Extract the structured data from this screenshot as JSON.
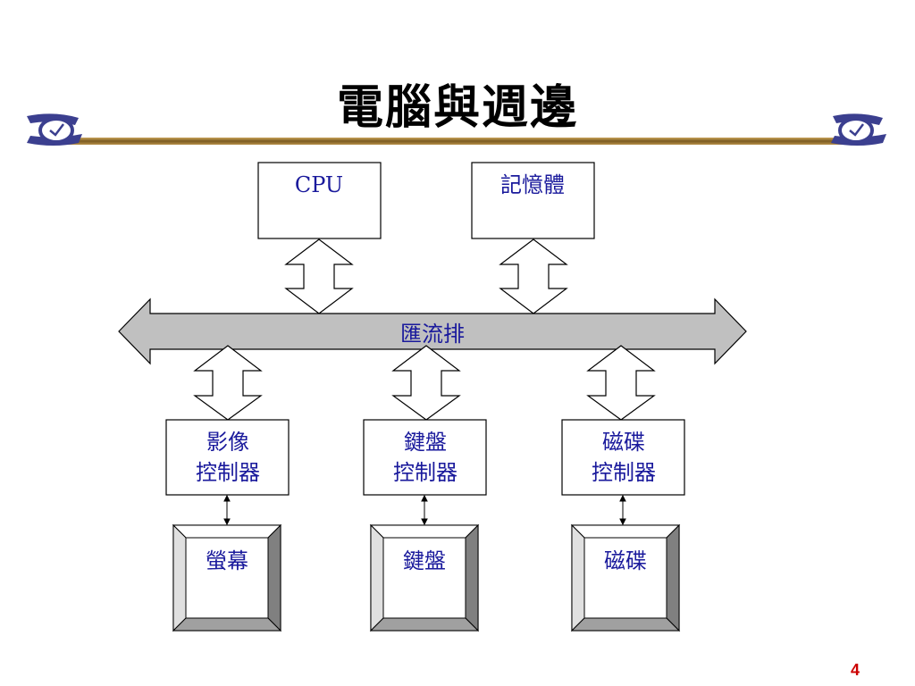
{
  "slide": {
    "title": "電腦與週邊",
    "page_number": "4"
  },
  "diagram": {
    "cpu": "CPU",
    "memory": "記憶體",
    "bus": "匯流排",
    "controllers": [
      {
        "line1": "影像",
        "line2": "控制器"
      },
      {
        "line1": "鍵盤",
        "line2": "控制器"
      },
      {
        "line1": "磁碟",
        "line2": "控制器"
      }
    ],
    "devices": [
      "螢幕",
      "鍵盤",
      "磁碟"
    ]
  },
  "colors": {
    "label_text": "#1a1a9c",
    "bus_fill": "#c0c0c0",
    "rule_gold": "#8a6a2a",
    "logo_purple": "#3b3f8f",
    "page_number": "#cc0000"
  }
}
